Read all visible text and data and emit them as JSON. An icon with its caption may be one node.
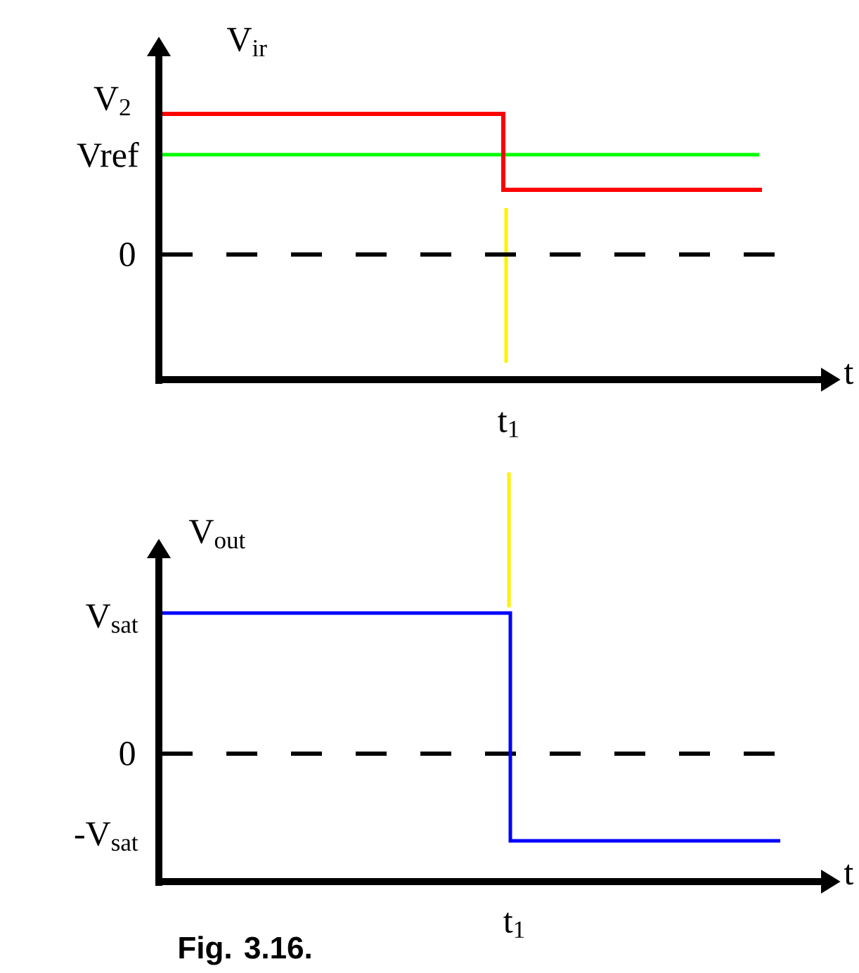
{
  "diagram": {
    "caption": "Fig. 3.16.",
    "labels": [
      "V$_{ir}$",
      "V$_{2}$",
      "Vref",
      "0",
      "t",
      "t$_{1}$",
      "V$_{out}$",
      "V$_{sat}$",
      "0",
      "-V$_{sat}$",
      "t",
      "t$_{1}$"
    ]
  }
}
